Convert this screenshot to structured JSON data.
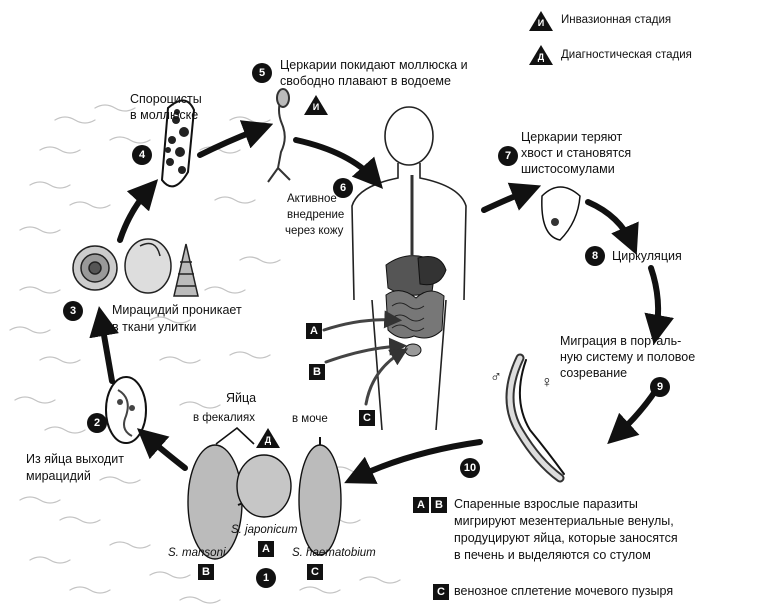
{
  "legend": {
    "invasive": {
      "letter": "И",
      "label": "Инвазионная стадия"
    },
    "diagnostic": {
      "letter": "Д",
      "label": "Диагностическая стадия"
    }
  },
  "steps": {
    "s1": {
      "num": "1"
    },
    "s2": {
      "num": "2",
      "line1": "Из яйца выходит",
      "line2": "мирацидий"
    },
    "s3": {
      "num": "3",
      "line1": "Мирацидий проникает",
      "line2": "в ткани улитки"
    },
    "s4": {
      "num": "4",
      "line1": "Спороцисты",
      "line2": "в моллюске"
    },
    "s5": {
      "num": "5",
      "line1": "Церкарии покидают моллюска и",
      "line2": "свободно плавают в водоеме"
    },
    "s6": {
      "num": "6",
      "line1": "Активное",
      "line2": "внедрение",
      "line3": "через кожу"
    },
    "s7": {
      "num": "7",
      "line1": "Церкарии теряют",
      "line2": "хвост и становятся",
      "line3": "шистосомулами"
    },
    "s8": {
      "num": "8",
      "label": "Циркуляция"
    },
    "s9": {
      "num": "9",
      "line1": "Миграция в порталь-",
      "line2": "ную систему и половое",
      "line3": "созревание"
    },
    "s10": {
      "num": "10"
    }
  },
  "eggs": {
    "title": "Яйца",
    "feces": "в фекалиях",
    "urine": "в моче",
    "mansoni": "S. mansoni",
    "japonicum": "S. japonicum",
    "haematobium": "S. haematobium"
  },
  "labels": {
    "A": "A",
    "B": "B",
    "C": "C",
    "male": "♂",
    "female": "♀"
  },
  "note_ab": {
    "line1": "Спаренные взрослые паразиты",
    "line2": "мигрируют мезентериальные венулы,",
    "line3": "продуцируют яйца, которые заносятся",
    "line4": "в печень и выделяются со стулом"
  },
  "note_c": "венозное сплетение мочевого пузыря"
}
